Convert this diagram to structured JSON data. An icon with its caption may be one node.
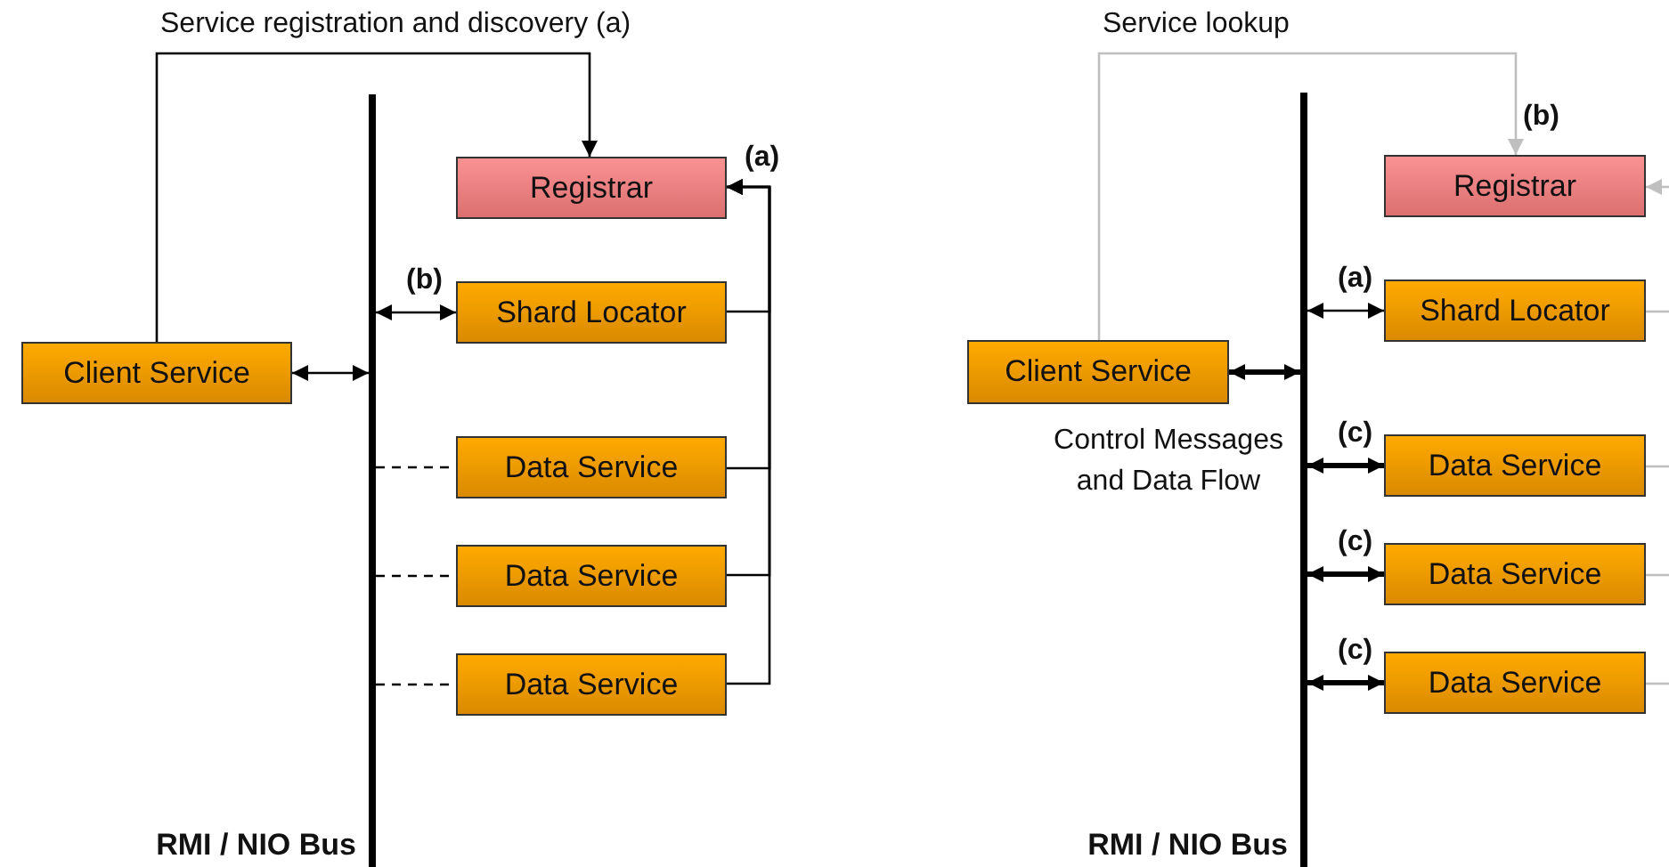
{
  "diagram": {
    "nodes": [
      {
        "text": [],
        "shape": "bar",
        "beside": [
          "RMI / NIO Bus"
        ]
      },
      {
        "text": [
          "Registrar"
        ]
      },
      {
        "text": [
          "Shard Locator"
        ]
      },
      {
        "text": [
          "Client Service"
        ]
      },
      {
        "text": [
          "Data Service"
        ]
      },
      {
        "text": [
          "Data Service"
        ]
      },
      {
        "text": [
          "Data Service"
        ]
      },
      {
        "text": [],
        "shape": "bar",
        "beside": [
          "RMI / NIO Bus"
        ]
      },
      {
        "text": [
          "Registrar"
        ]
      },
      {
        "text": [
          "Shard Locator"
        ]
      },
      {
        "text": [
          "Client Service"
        ]
      },
      {
        "text": [
          "Data Service"
        ]
      },
      {
        "text": [
          "Data Service"
        ]
      },
      {
        "text": [
          "Data Service"
        ]
      }
    ],
    "edges": [
      {
        "from": 3,
        "to": 1,
        "arrow": "to",
        "label": "Service registration and discovery (a)"
      },
      {
        "from": 3,
        "to": 0,
        "arrow": "both"
      },
      {
        "from": 0,
        "to": 2,
        "arrow": "both",
        "label": "(b)"
      },
      {
        "from": 0,
        "to": 4,
        "arrow": "none",
        "style": "dashed"
      },
      {
        "from": 0,
        "to": 5,
        "arrow": "none",
        "style": "dashed"
      },
      {
        "from": 0,
        "to": 6,
        "arrow": "none",
        "style": "dashed"
      },
      {
        "from": 2,
        "to": 1,
        "arrow": "to",
        "label": "(a)"
      },
      {
        "from": 4,
        "to": 1,
        "arrow": "to"
      },
      {
        "from": 5,
        "to": 1,
        "arrow": "to"
      },
      {
        "from": 6,
        "to": 1,
        "arrow": "to"
      },
      {
        "from": 10,
        "to": 8,
        "arrow": "to",
        "label": "Service lookup",
        "color": "#bfbfbf"
      },
      {
        "from": 10,
        "to": 7,
        "arrow": "both",
        "style": "thick"
      },
      {
        "from": 7,
        "to": 9,
        "arrow": "both",
        "label": "(a)"
      },
      {
        "from": 7,
        "to": 11,
        "arrow": "both",
        "style": "thick",
        "label": "(c)"
      },
      {
        "from": 7,
        "to": 12,
        "arrow": "both",
        "style": "thick",
        "label": "(c)"
      },
      {
        "from": 7,
        "to": 13,
        "arrow": "both",
        "style": "thick",
        "label": "(c)"
      },
      {
        "from": null,
        "to": 8,
        "arrow": "to",
        "color": "#bfbfbf"
      },
      {
        "from": 9,
        "to": null,
        "arrow": "none",
        "color": "#bfbfbf"
      },
      {
        "from": 11,
        "to": null,
        "arrow": "none",
        "color": "#bfbfbf"
      },
      {
        "from": 12,
        "to": null,
        "arrow": "none",
        "color": "#bfbfbf"
      },
      {
        "from": 13,
        "to": null,
        "arrow": "none",
        "color": "#bfbfbf"
      }
    ],
    "labels": [
      "(b)",
      "Control Messages and Data Flow"
    ]
  }
}
